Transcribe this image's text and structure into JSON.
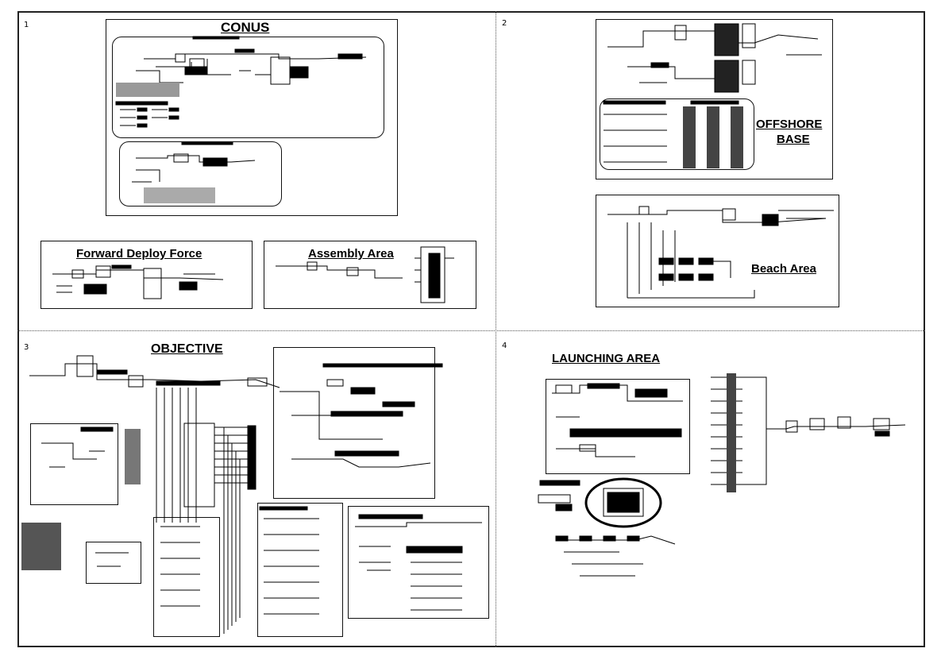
{
  "quadrants": [
    {
      "number": "1"
    },
    {
      "number": "2"
    },
    {
      "number": "3"
    },
    {
      "number": "4"
    }
  ],
  "titles": {
    "conus": "CONUS",
    "forward_deploy_force": "Forward Deploy Force",
    "assembly_area": "Assembly Area",
    "offshore_base_line1": "OFFSHORE",
    "offshore_base_line2": "BASE",
    "beach_area": "Beach Area",
    "objective": "OBJECTIVE",
    "launching_area": "LAUNCHING AREA"
  },
  "icons": {
    "corner": "arrow-cursor-icon"
  }
}
